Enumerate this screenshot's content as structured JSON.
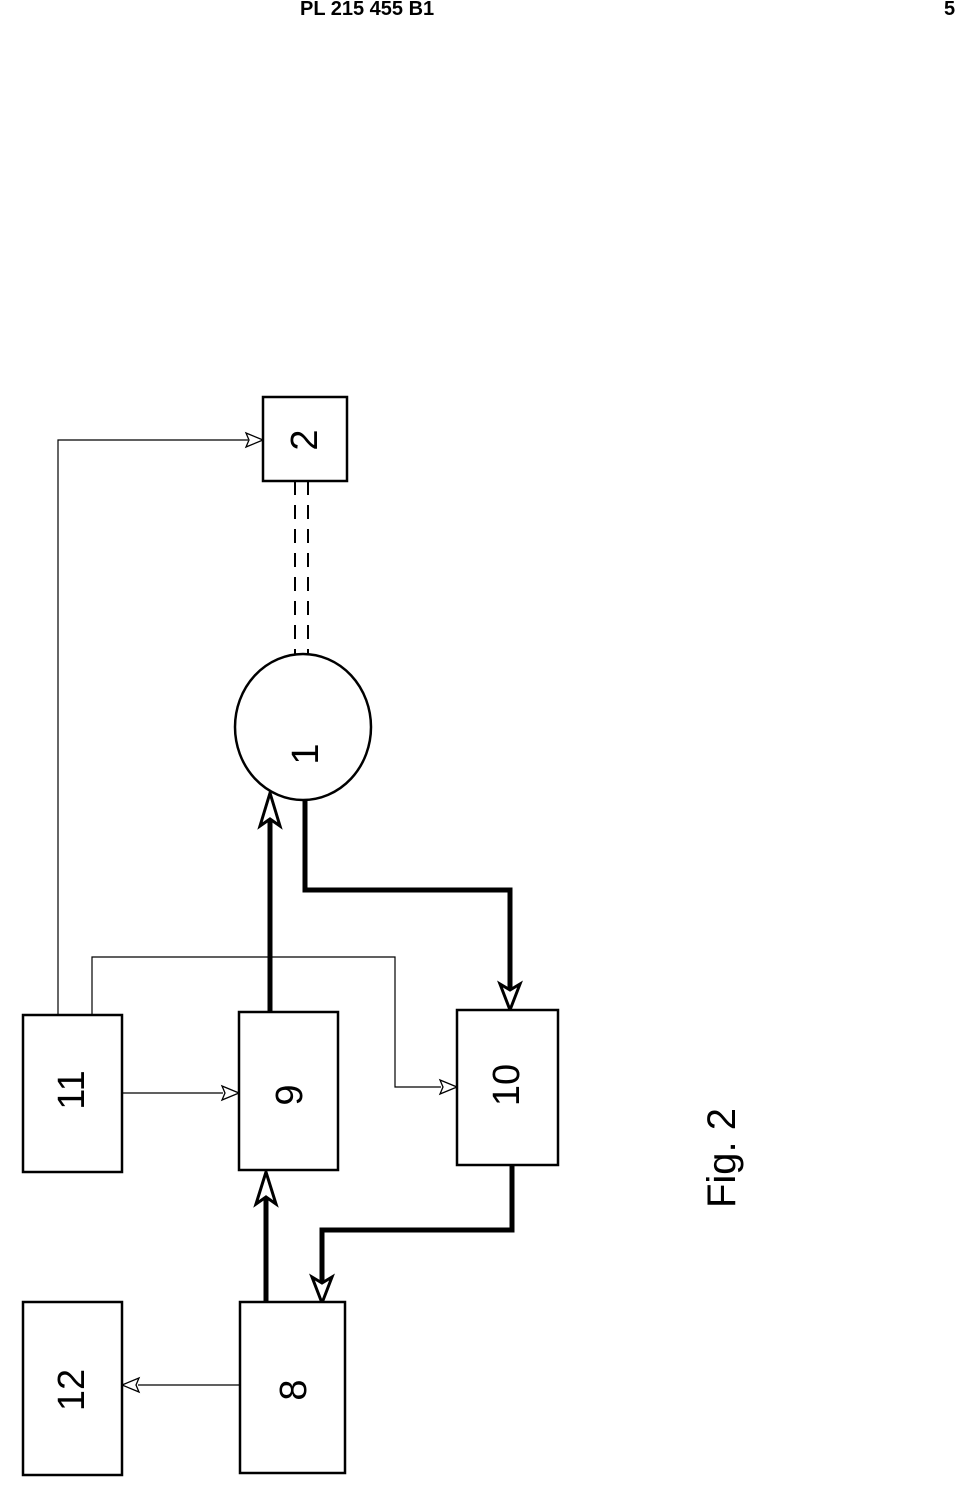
{
  "header": {
    "doc_number": "PL 215 455 B1",
    "page_number": "5"
  },
  "diagram": {
    "figure_label": "Fig. 2",
    "blocks": {
      "b1": "1",
      "b2": "2",
      "b8": "8",
      "b9": "9",
      "b10": "10",
      "b11": "11",
      "b12": "12"
    }
  }
}
